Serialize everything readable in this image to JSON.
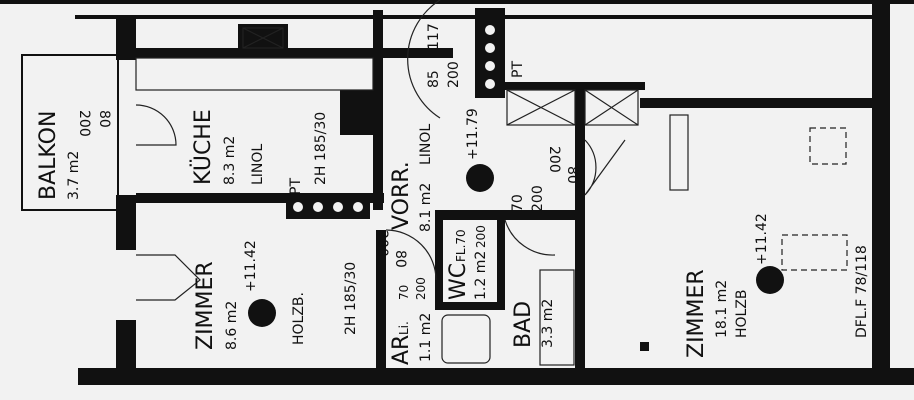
{
  "rooms": {
    "balkon": {
      "name": "BALKON",
      "area": "3.7 m2"
    },
    "kueche": {
      "name": "KÜCHE",
      "area": "8.3 m2",
      "floor": "LINOL"
    },
    "vorr": {
      "name": "VORR.",
      "area": "8.1 m2",
      "floor": "LINOL"
    },
    "zimmer_small": {
      "name": "ZIMMER",
      "area": "8.6 m2",
      "floor": "HOLZB.",
      "level": "+11.42"
    },
    "ar": {
      "name": "AR",
      "note": "Li.",
      "area": "1.1 m2"
    },
    "wc": {
      "name": "WC",
      "note": "FL.70",
      "area": "1.2 m2",
      "height": "200"
    },
    "bad": {
      "name": "BAD",
      "area": "3.3 m2"
    },
    "zimmer_large": {
      "name": "ZIMMER",
      "area": "18.1 m2",
      "floor": "HOLZB",
      "level": "+11.42",
      "window": "DFL.F 78/118"
    }
  },
  "annotations": {
    "balkon_door": [
      "200",
      "80"
    ],
    "kitchen_window": "2H 185/30",
    "zimmer_window": "2H 185/30",
    "pt_kitchen": "PT",
    "pt_chimney": "PT",
    "entry_door": [
      "85",
      "117",
      "200"
    ],
    "vorr_level": "+11.79",
    "ar_door": [
      "70",
      "200"
    ],
    "vorr_door_left": [
      "200",
      "80"
    ],
    "bad_door": [
      "70",
      "200"
    ],
    "zimmer_door": [
      "200",
      "80"
    ]
  }
}
